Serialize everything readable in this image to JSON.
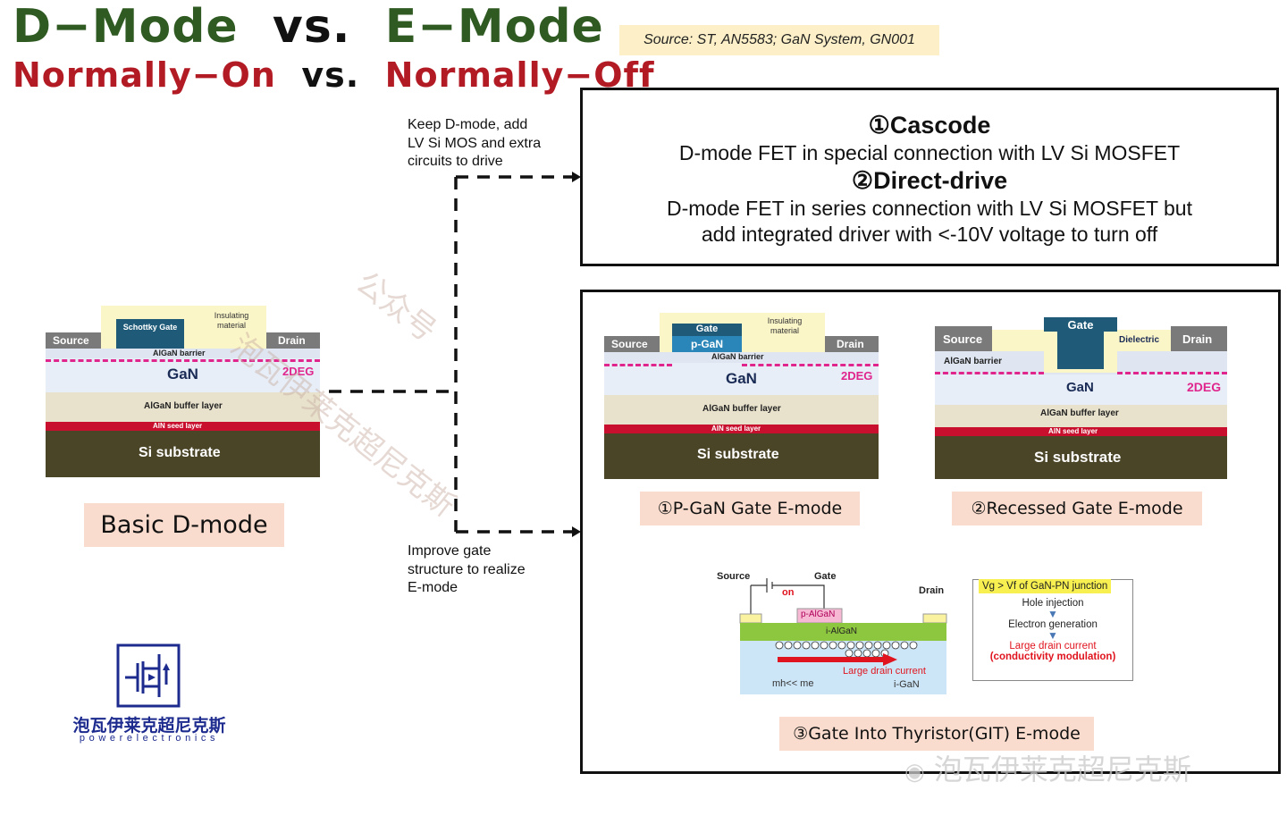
{
  "title": {
    "line1": {
      "left": "D−Mode",
      "vs": "vs.",
      "right": "E−Mode"
    },
    "line2": {
      "left": "Normally−On",
      "vs": "vs.",
      "right": "Normally−Off"
    }
  },
  "source": "Source: ST, AN5583; GaN System, GN001",
  "arrow_notes": {
    "top": [
      "Keep D-mode, add",
      "LV Si MOS and extra",
      "circuits to drive"
    ],
    "bottom": [
      "Improve gate",
      "structure to realize",
      "E-mode"
    ]
  },
  "cascode_box": {
    "h1": "①Cascode",
    "p1": "D-mode FET in special connection with LV Si MOSFET",
    "h2": "②Direct-drive",
    "p2a": "D-mode FET in series connection with LV Si MOSFET but",
    "p2b": "add integrated driver with <-10V voltage to turn off"
  },
  "basic": {
    "source": "Source",
    "drain": "Drain",
    "gate": "Schottky Gate",
    "insulating": "Insulating material",
    "algan_barrier": "AlGaN barrier",
    "gan": "GaN",
    "deg": "2DEG",
    "buffer": "AlGaN buffer layer",
    "seed": "AlN seed layer",
    "substrate": "Si substrate",
    "caption": "Basic D-mode"
  },
  "pgan": {
    "source": "Source",
    "drain": "Drain",
    "gate": "Gate",
    "pgan": "p-GaN",
    "insulating": "Insulating material",
    "algan_barrier": "AlGaN barrier",
    "gan": "GaN",
    "deg": "2DEG",
    "buffer": "AlGaN buffer layer",
    "seed": "AlN seed layer",
    "substrate": "Si substrate",
    "caption": "①P-GaN Gate E-mode"
  },
  "recessed": {
    "source": "Source",
    "drain": "Drain",
    "gate": "Gate",
    "dielectric": "Dielectric",
    "algan_barrier": "AlGaN barrier",
    "gan": "GaN",
    "deg": "2DEG",
    "buffer": "AlGaN buffer layer",
    "seed": "AlN seed layer",
    "substrate": "Si substrate",
    "caption": "②Recessed Gate E-mode"
  },
  "git": {
    "source": "Source",
    "gate": "Gate",
    "drain": "Drain",
    "on": "on",
    "pgan": "p-AlGaN",
    "ialgan": "i-AlGaN",
    "current": "Large drain current",
    "mass": "mh<< me",
    "igan": "i-GaN",
    "cond_title": "Vg > Vf of GaN-PN junction",
    "step1": "Hole injection",
    "step2": "Electron generation",
    "step3a": "Large drain current",
    "step3b": "(conductivity modulation)",
    "caption": "③Gate Into Thyristor(GIT) E-mode"
  },
  "logo": {
    "cn": "泡瓦伊莱克超尼克斯",
    "en": "powerelectronics"
  },
  "watermark": {
    "diag": "泡瓦伊莱克超尼克斯",
    "diag2": "公众号",
    "bottom": "泡瓦伊莱克超尼克斯"
  },
  "colors": {
    "green": "#2f5a22",
    "red": "#b31b24",
    "source_bg": "#fdf0c8",
    "pill": "#f9dccd",
    "substrate": "#4b4528",
    "seed": "#c8102e",
    "buffer": "#e8e2cc",
    "gan": "#e7eef8",
    "gate": "#1f5b78",
    "metal": "#7a7a7a",
    "insulator": "#fbf6c8",
    "deg": "#e0258c"
  }
}
